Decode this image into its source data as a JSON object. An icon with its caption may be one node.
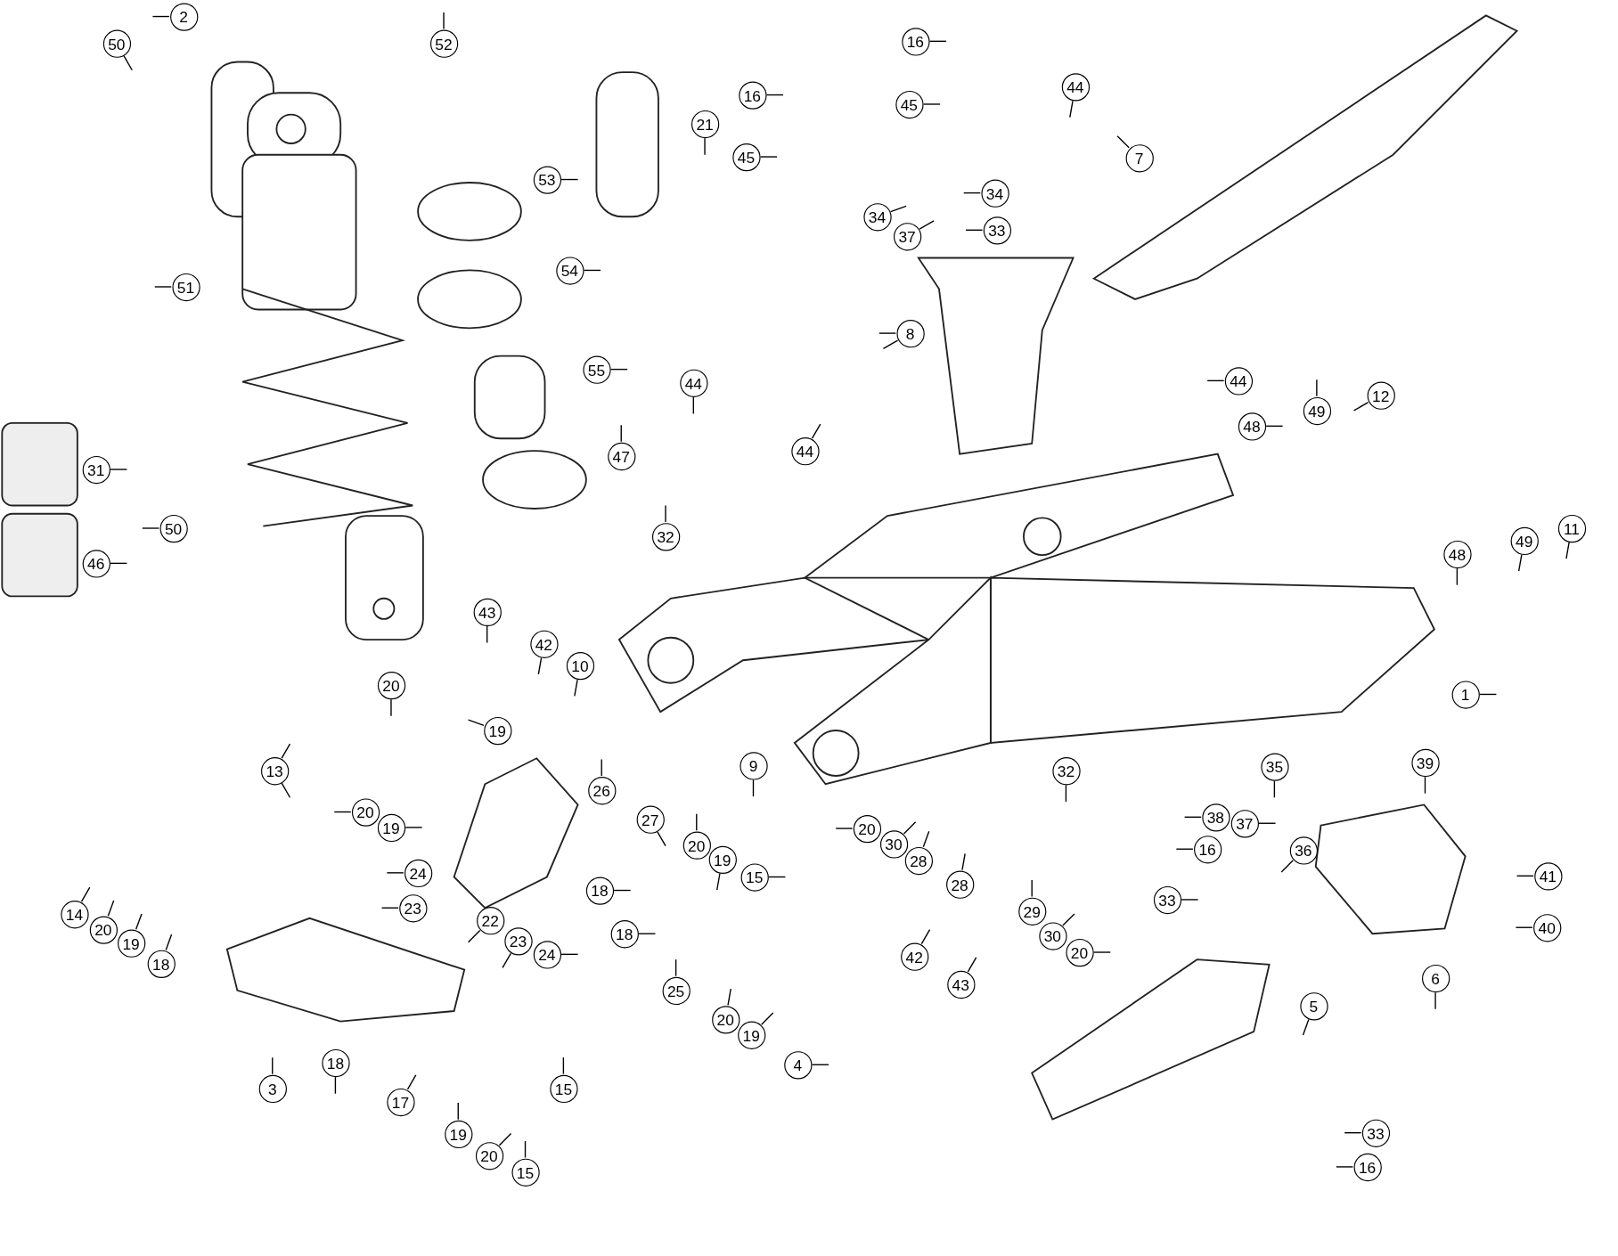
{
  "diagram": {
    "nodes": [
      {
        "text": [
          "50"
        ]
      },
      {
        "text": [
          "2"
        ]
      },
      {
        "text": [
          "52"
        ]
      },
      {
        "text": [
          "16"
        ]
      },
      {
        "text": [
          "16"
        ]
      },
      {
        "text": [
          "21"
        ]
      },
      {
        "text": [
          "45"
        ]
      },
      {
        "text": [
          "45"
        ]
      },
      {
        "text": [
          "44"
        ]
      },
      {
        "text": [
          "7"
        ]
      },
      {
        "text": [
          "53"
        ]
      },
      {
        "text": [
          "34"
        ]
      },
      {
        "text": [
          "34"
        ]
      },
      {
        "text": [
          "33"
        ]
      },
      {
        "text": [
          "37"
        ]
      },
      {
        "text": [
          "54"
        ]
      },
      {
        "text": [
          "51"
        ]
      },
      {
        "text": [
          "8"
        ]
      },
      {
        "text": [
          "55"
        ]
      },
      {
        "text": [
          "44"
        ]
      },
      {
        "text": [
          "44"
        ]
      },
      {
        "text": [
          "49"
        ]
      },
      {
        "text": [
          "12"
        ]
      },
      {
        "text": [
          "48"
        ]
      },
      {
        "text": [
          "44"
        ]
      },
      {
        "text": [
          "47"
        ]
      },
      {
        "text": [
          "31"
        ]
      },
      {
        "text": [
          "50"
        ]
      },
      {
        "text": [
          "46"
        ]
      },
      {
        "text": [
          "32"
        ]
      },
      {
        "text": [
          "49"
        ]
      },
      {
        "text": [
          "11"
        ]
      },
      {
        "text": [
          "48"
        ]
      },
      {
        "text": [
          "43"
        ]
      },
      {
        "text": [
          "42"
        ]
      },
      {
        "text": [
          "10"
        ]
      },
      {
        "text": [
          "1"
        ]
      },
      {
        "text": [
          "20"
        ]
      },
      {
        "text": [
          "19"
        ]
      },
      {
        "text": [
          "13"
        ]
      },
      {
        "text": [
          "9"
        ]
      },
      {
        "text": [
          "32"
        ]
      },
      {
        "text": [
          "35"
        ]
      },
      {
        "text": [
          "39"
        ]
      },
      {
        "text": [
          "26"
        ]
      },
      {
        "text": [
          "20"
        ]
      },
      {
        "text": [
          "19"
        ]
      },
      {
        "text": [
          "27"
        ]
      },
      {
        "text": [
          "20"
        ]
      },
      {
        "text": [
          "19"
        ]
      },
      {
        "text": [
          "15"
        ]
      },
      {
        "text": [
          "20"
        ]
      },
      {
        "text": [
          "30"
        ]
      },
      {
        "text": [
          "28"
        ]
      },
      {
        "text": [
          "28"
        ]
      },
      {
        "text": [
          "38"
        ]
      },
      {
        "text": [
          "37"
        ]
      },
      {
        "text": [
          "36"
        ]
      },
      {
        "text": [
          "16"
        ]
      },
      {
        "text": [
          "41"
        ]
      },
      {
        "text": [
          "24"
        ]
      },
      {
        "text": [
          "23"
        ]
      },
      {
        "text": [
          "22"
        ]
      },
      {
        "text": [
          "23"
        ]
      },
      {
        "text": [
          "24"
        ]
      },
      {
        "text": [
          "18"
        ]
      },
      {
        "text": [
          "18"
        ]
      },
      {
        "text": [
          "14"
        ]
      },
      {
        "text": [
          "20"
        ]
      },
      {
        "text": [
          "19"
        ]
      },
      {
        "text": [
          "18"
        ]
      },
      {
        "text": [
          "33"
        ]
      },
      {
        "text": [
          "42"
        ]
      },
      {
        "text": [
          "43"
        ]
      },
      {
        "text": [
          "29"
        ]
      },
      {
        "text": [
          "30"
        ]
      },
      {
        "text": [
          "20"
        ]
      },
      {
        "text": [
          "40"
        ]
      },
      {
        "text": [
          "6"
        ]
      },
      {
        "text": [
          "25"
        ]
      },
      {
        "text": [
          "20"
        ]
      },
      {
        "text": [
          "19"
        ]
      },
      {
        "text": [
          "4"
        ]
      },
      {
        "text": [
          "5"
        ]
      },
      {
        "text": [
          "3"
        ]
      },
      {
        "text": [
          "18"
        ]
      },
      {
        "text": [
          "15"
        ]
      },
      {
        "text": [
          "17"
        ]
      },
      {
        "text": [
          "19"
        ]
      },
      {
        "text": [
          "20"
        ]
      },
      {
        "text": [
          "15"
        ]
      },
      {
        "text": [
          "33"
        ]
      },
      {
        "text": [
          "16"
        ]
      }
    ],
    "edges": [
      {
        "from": 0,
        "to": null,
        "arrow": "none"
      },
      {
        "from": 1,
        "to": null,
        "arrow": "none"
      },
      {
        "from": 2,
        "to": null,
        "arrow": "none"
      },
      {
        "from": 3,
        "to": null,
        "arrow": "none"
      },
      {
        "from": 4,
        "to": null,
        "arrow": "none"
      },
      {
        "from": 5,
        "to": null,
        "arrow": "none"
      },
      {
        "from": 6,
        "to": null,
        "arrow": "none"
      },
      {
        "from": 7,
        "to": null,
        "arrow": "none"
      },
      {
        "from": 8,
        "to": null,
        "arrow": "none"
      },
      {
        "from": 9,
        "to": null,
        "arrow": "none"
      },
      {
        "from": 10,
        "to": null,
        "arrow": "none"
      },
      {
        "from": 11,
        "to": null,
        "arrow": "none"
      },
      {
        "from": 12,
        "to": null,
        "arrow": "none"
      },
      {
        "from": 13,
        "to": null,
        "arrow": "none"
      },
      {
        "from": 14,
        "to": null,
        "arrow": "none"
      },
      {
        "from": 15,
        "to": null,
        "arrow": "none"
      },
      {
        "from": 16,
        "to": null,
        "arrow": "none"
      },
      {
        "from": 17,
        "to": null,
        "arrow": "none"
      },
      {
        "from": 18,
        "to": null,
        "arrow": "none"
      },
      {
        "from": 19,
        "to": null,
        "arrow": "none"
      },
      {
        "from": 20,
        "to": null,
        "arrow": "none"
      },
      {
        "from": 21,
        "to": null,
        "arrow": "none"
      },
      {
        "from": 22,
        "to": null,
        "arrow": "none"
      },
      {
        "from": 23,
        "to": null,
        "arrow": "none"
      },
      {
        "from": 24,
        "to": null,
        "arrow": "none"
      },
      {
        "from": 25,
        "to": null,
        "arrow": "none"
      },
      {
        "from": 26,
        "to": null,
        "arrow": "none"
      },
      {
        "from": 27,
        "to": null,
        "arrow": "none"
      },
      {
        "from": 28,
        "to": null,
        "arrow": "none"
      },
      {
        "from": 29,
        "to": null,
        "arrow": "none"
      },
      {
        "from": 30,
        "to": null,
        "arrow": "none"
      },
      {
        "from": 31,
        "to": null,
        "arrow": "none"
      },
      {
        "from": 32,
        "to": null,
        "arrow": "none"
      },
      {
        "from": 33,
        "to": null,
        "arrow": "none"
      },
      {
        "from": 34,
        "to": null,
        "arrow": "none"
      },
      {
        "from": 35,
        "to": null,
        "arrow": "none"
      },
      {
        "from": 36,
        "to": null,
        "arrow": "none"
      },
      {
        "from": 37,
        "to": null,
        "arrow": "none"
      },
      {
        "from": 38,
        "to": null,
        "arrow": "none"
      },
      {
        "from": 39,
        "to": null,
        "arrow": "none"
      },
      {
        "from": 40,
        "to": null,
        "arrow": "none"
      },
      {
        "from": 41,
        "to": null,
        "arrow": "none"
      },
      {
        "from": 42,
        "to": null,
        "arrow": "none"
      },
      {
        "from": 43,
        "to": null,
        "arrow": "none"
      },
      {
        "from": 44,
        "to": null,
        "arrow": "none"
      },
      {
        "from": 45,
        "to": null,
        "arrow": "none"
      },
      {
        "from": 46,
        "to": null,
        "arrow": "none"
      },
      {
        "from": 47,
        "to": null,
        "arrow": "none"
      },
      {
        "from": 48,
        "to": null,
        "arrow": "none"
      },
      {
        "from": 49,
        "to": null,
        "arrow": "none"
      },
      {
        "from": 50,
        "to": null,
        "arrow": "none"
      },
      {
        "from": 51,
        "to": null,
        "arrow": "none"
      },
      {
        "from": 52,
        "to": null,
        "arrow": "none"
      },
      {
        "from": 53,
        "to": null,
        "arrow": "none"
      },
      {
        "from": 54,
        "to": null,
        "arrow": "none"
      },
      {
        "from": 55,
        "to": null,
        "arrow": "none"
      },
      {
        "from": 56,
        "to": null,
        "arrow": "none"
      },
      {
        "from": 57,
        "to": null,
        "arrow": "none"
      },
      {
        "from": 58,
        "to": null,
        "arrow": "none"
      },
      {
        "from": 59,
        "to": null,
        "arrow": "none"
      },
      {
        "from": 60,
        "to": null,
        "arrow": "none"
      },
      {
        "from": 61,
        "to": null,
        "arrow": "none"
      },
      {
        "from": 62,
        "to": null,
        "arrow": "none"
      },
      {
        "from": 63,
        "to": null,
        "arrow": "none"
      },
      {
        "from": 64,
        "to": null,
        "arrow": "none"
      },
      {
        "from": 65,
        "to": null,
        "arrow": "none"
      },
      {
        "from": 66,
        "to": null,
        "arrow": "none"
      },
      {
        "from": 67,
        "to": null,
        "arrow": "none"
      },
      {
        "from": 68,
        "to": null,
        "arrow": "none"
      },
      {
        "from": 69,
        "to": null,
        "arrow": "none"
      },
      {
        "from": 70,
        "to": null,
        "arrow": "none"
      },
      {
        "from": 71,
        "to": null,
        "arrow": "none"
      },
      {
        "from": 72,
        "to": null,
        "arrow": "none"
      },
      {
        "from": 73,
        "to": null,
        "arrow": "none"
      },
      {
        "from": 74,
        "to": null,
        "arrow": "none"
      },
      {
        "from": 75,
        "to": null,
        "arrow": "none"
      },
      {
        "from": 76,
        "to": null,
        "arrow": "none"
      },
      {
        "from": 77,
        "to": null,
        "arrow": "none"
      },
      {
        "from": 78,
        "to": null,
        "arrow": "none"
      },
      {
        "from": 79,
        "to": null,
        "arrow": "none"
      },
      {
        "from": 80,
        "to": null,
        "arrow": "none"
      },
      {
        "from": 81,
        "to": null,
        "arrow": "none"
      },
      {
        "from": 82,
        "to": null,
        "arrow": "none"
      },
      {
        "from": 83,
        "to": null,
        "arrow": "none"
      },
      {
        "from": 84,
        "to": null,
        "arrow": "none"
      },
      {
        "from": 85,
        "to": null,
        "arrow": "none"
      },
      {
        "from": 86,
        "to": null,
        "arrow": "none"
      },
      {
        "from": 87,
        "to": null,
        "arrow": "none"
      },
      {
        "from": 88,
        "to": null,
        "arrow": "none"
      },
      {
        "from": 89,
        "to": null,
        "arrow": "none"
      },
      {
        "from": 90,
        "to": null,
        "arrow": "none"
      },
      {
        "from": 91,
        "to": null,
        "arrow": "none"
      },
      {
        "from": 92,
        "to": null,
        "arrow": "none"
      },
      {
        "from": 39,
        "to": null,
        "arrow": "none"
      },
      {
        "from": 17,
        "to": null,
        "arrow": "none"
      }
    ]
  }
}
